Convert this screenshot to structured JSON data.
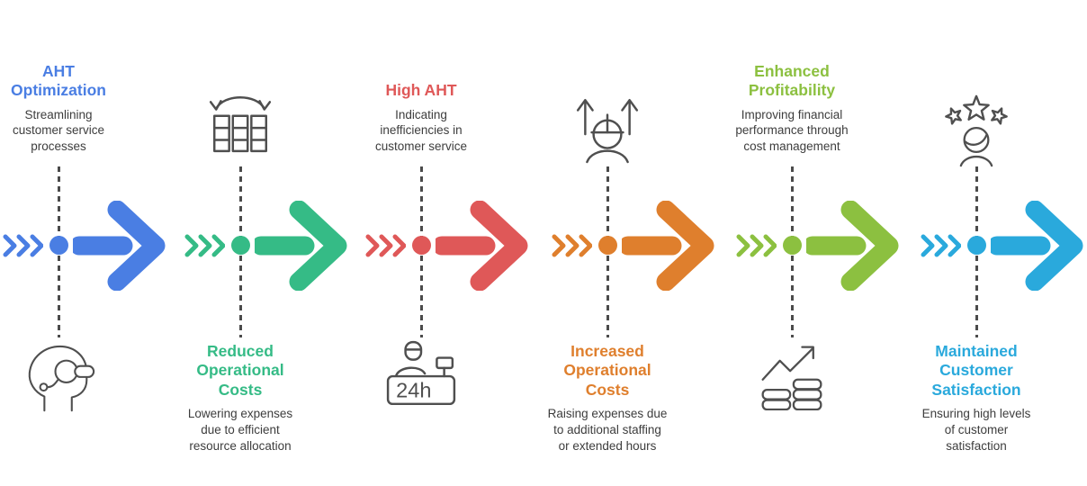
{
  "diagram": {
    "text_color": "#3d3d3d",
    "icon_stroke": "#4f4f4f",
    "stages": [
      {
        "title": "AHT Optimization",
        "description": "Streamlining customer service processes",
        "color": "#4a7ee3",
        "icon": "headset-person-icon",
        "text_position": "top"
      },
      {
        "title": "Reduced Operational Costs",
        "description": "Lowering expenses due to efficient resource allocation",
        "color": "#35bb86",
        "icon": "resource-columns-icon",
        "text_position": "bottom"
      },
      {
        "title": "High AHT",
        "description": "Indicating inefficiencies in customer service",
        "color": "#df5858",
        "icon": "service-desk-24h-icon",
        "icon_label": "24h",
        "text_position": "top"
      },
      {
        "title": "Increased Operational Costs",
        "description": "Raising expenses due to additional staffing or extended hours",
        "color": "#df7f2d",
        "icon": "worker-up-arrows-icon",
        "text_position": "bottom"
      },
      {
        "title": "Enhanced Profitability",
        "description": "Improving financial performance through cost management",
        "color": "#8cc040",
        "icon": "profit-chart-coins-icon",
        "text_position": "top"
      },
      {
        "title": "Maintained Customer Satisfaction",
        "description": "Ensuring high levels of customer satisfaction",
        "color": "#2aa9dc",
        "icon": "customer-stars-icon",
        "text_position": "bottom"
      }
    ]
  }
}
